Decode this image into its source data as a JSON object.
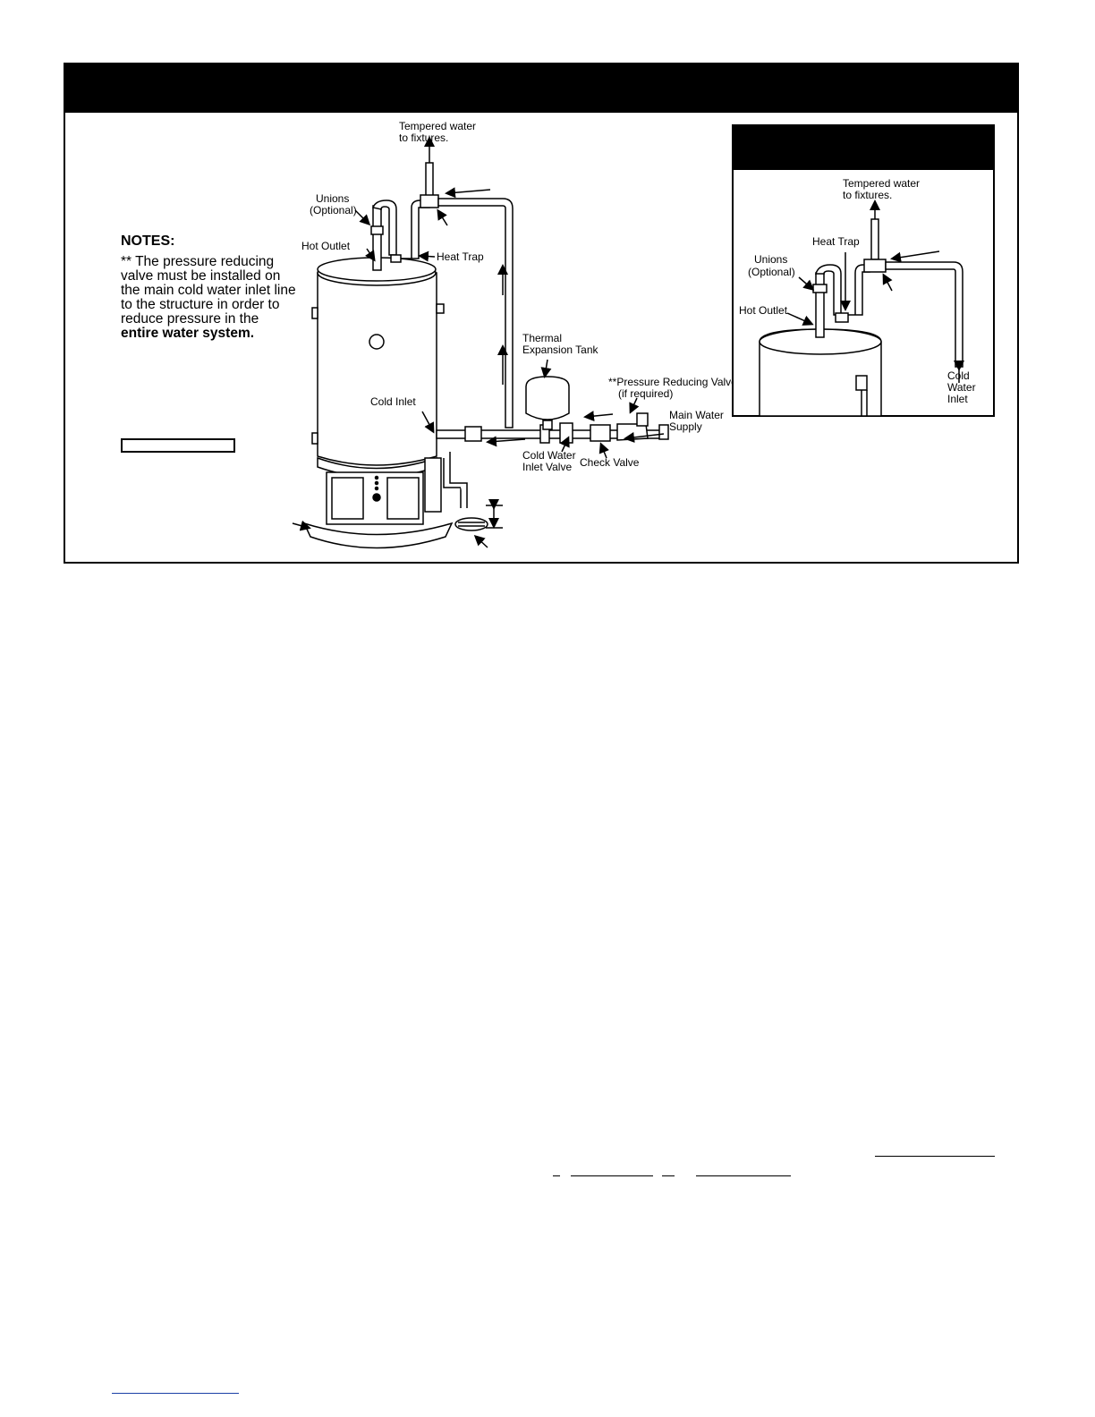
{
  "figure": {
    "notes_title": "NOTES:",
    "notes_text_1": "** The pressure reducing valve must be installed on the main cold water inlet line to the structure in order to reduce pressure in the",
    "notes_text_bold": "entire water system.",
    "labels": {
      "tempered_water_1": "Tempered water",
      "tempered_water_2": "to fixtures.",
      "unions_1": "Unions",
      "unions_2": "(Optional)",
      "hot_outlet": "Hot Outlet",
      "heat_trap": "Heat Trap",
      "thermal_1": "Thermal",
      "thermal_2": "Expansion Tank",
      "prv_1": "**Pressure Reducing Valve",
      "prv_2": "(if required)",
      "main_1": "Main Water",
      "main_2": "Supply",
      "cold_inlet": "Cold Inlet",
      "cold_valve_1": "Cold Water",
      "cold_valve_2": "Inlet Valve",
      "check_valve": "Check Valve"
    },
    "inset_labels": {
      "tempered_water_1": "Tempered water",
      "tempered_water_2": "to fixtures.",
      "heat_trap": "Heat Trap",
      "unions_1": "Unions",
      "unions_2": "(Optional)",
      "hot_outlet": "Hot Outlet",
      "cold_1": "Cold",
      "cold_2": "Water",
      "cold_3": "Inlet"
    }
  }
}
